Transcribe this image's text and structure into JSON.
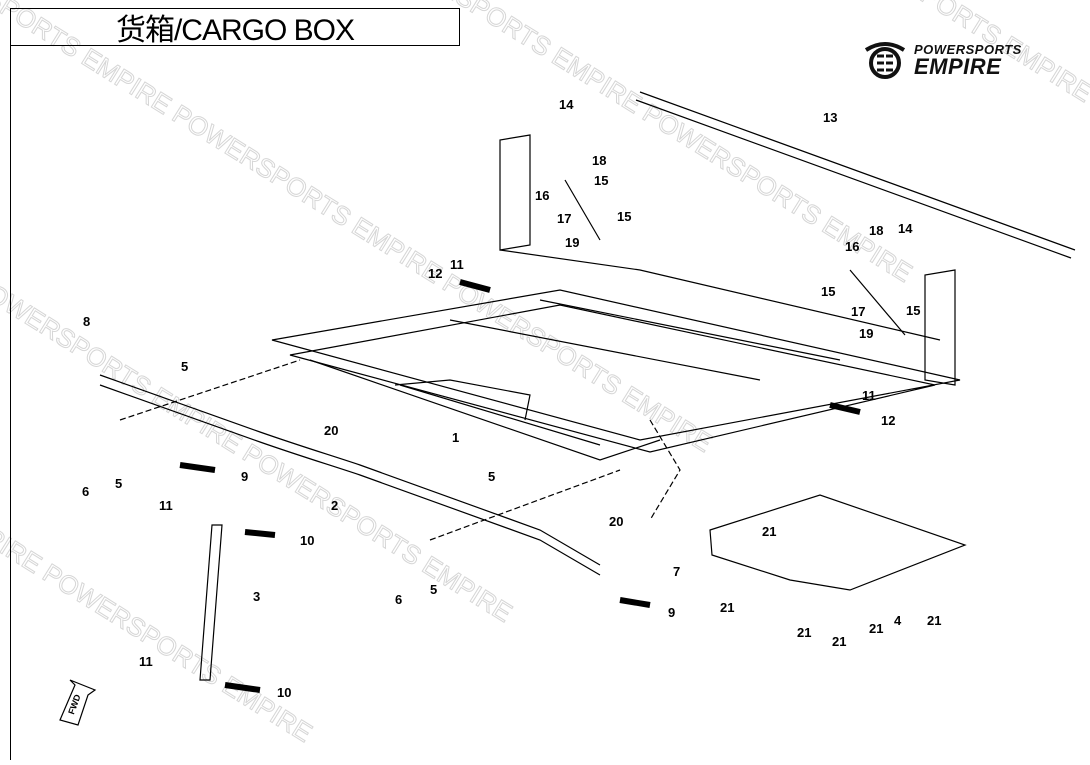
{
  "title": "货箱/CARGO BOX",
  "logo": {
    "line1": "POWERSPORTS",
    "line2": "EMPIRE"
  },
  "watermark": "POWERSPORTS EMPIRE POWERSPORTS EMPIRE POWERSPORTS EMPIRE",
  "fwd_label": "FWD",
  "callouts": [
    "14",
    "18",
    "15",
    "16",
    "17",
    "15",
    "19",
    "13",
    "14",
    "18",
    "16",
    "15",
    "17",
    "15",
    "19",
    "11",
    "12",
    "8",
    "5",
    "20",
    "1",
    "11",
    "12",
    "6",
    "5",
    "9",
    "2",
    "5",
    "20",
    "11",
    "10",
    "3",
    "21",
    "6",
    "5",
    "7",
    "9",
    "21",
    "21",
    "21",
    "21",
    "4",
    "21",
    "11",
    "10"
  ]
}
